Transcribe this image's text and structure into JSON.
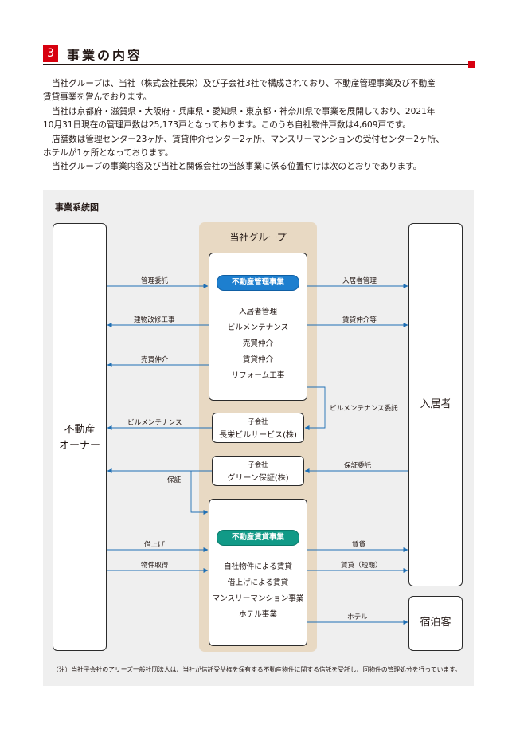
{
  "section": {
    "number": "3",
    "title": "事業の内容"
  },
  "intro": {
    "lines": [
      "当社グループは、当社（株式会社長栄）及び子会社3社で構成されており、不動産管理事業及び不動産",
      "賃貸事業を営んでおります。",
      "当社は京都府・滋賀県・大阪府・兵庫県・愛知県・東京都・神奈川県で事業を展開しており、2021年",
      "10月31日現在の管理戸数は25,173戸となっております。このうち自社物件戸数は4,609戸です。",
      "店舗数は管理センター23ヶ所、賃貸仲介センター2ヶ所、マンスリーマンションの受付センター2ヶ所、",
      "ホテルが1ヶ所となっております。",
      "当社グループの事業内容及び当社と関係会社の当該事業に係る位置付けは次のとおりであります。"
    ]
  },
  "diagram": {
    "title": "事業系統図",
    "owner": "不動産\nオーナー",
    "resident": "入居者",
    "guest": "宿泊客",
    "group_title": "当社グループ",
    "mgmt": {
      "label": "不動産管理事業",
      "items": [
        "入居者管理",
        "ビルメンテナンス",
        "売買仲介",
        "賃貸仲介",
        "リフォーム工事"
      ]
    },
    "sub1": {
      "label": "子会社",
      "name": "長栄ビルサービス(株)"
    },
    "sub2": {
      "label": "子会社",
      "name": "グリーン保証(株)"
    },
    "rental": {
      "label": "不動産賃貸事業",
      "items": [
        "自社物件による賃貸",
        "借上げによる賃貸",
        "マンスリーマンション事業",
        "ホテル事業"
      ]
    },
    "arrows": {
      "kanri_itaku": "管理委託",
      "kenbutsu": "建物改修工事",
      "baibai": "売買仲介",
      "bm_left": "ビルメンテナンス",
      "hosho": "保証",
      "kariage": "借上げ",
      "shutoku": "物件取得",
      "nyukyo_kanri": "入居者管理",
      "chintai_chukai": "賃貸仲介等",
      "bm_itaku": "ビルメンテナンス委託",
      "hosho_itaku": "保証委託",
      "chintai": "賃貸",
      "chintai_tanki": "賃貸（短期）",
      "hotel": "ホテル"
    },
    "note": "（注）当社子会社のアリーズ一般社団法人は、当社が信託受益権を保有する不動産物件に関する信託を受託し、同物件の管理処分を行っています。"
  },
  "colors": {
    "accent": "#d7000f",
    "arrow": "#1f6fb4",
    "group_bg": "#e8d9c3",
    "panel_bg": "#efefef",
    "mgmt_pill": "#1d7fcf",
    "rental_pill": "#119a87"
  }
}
